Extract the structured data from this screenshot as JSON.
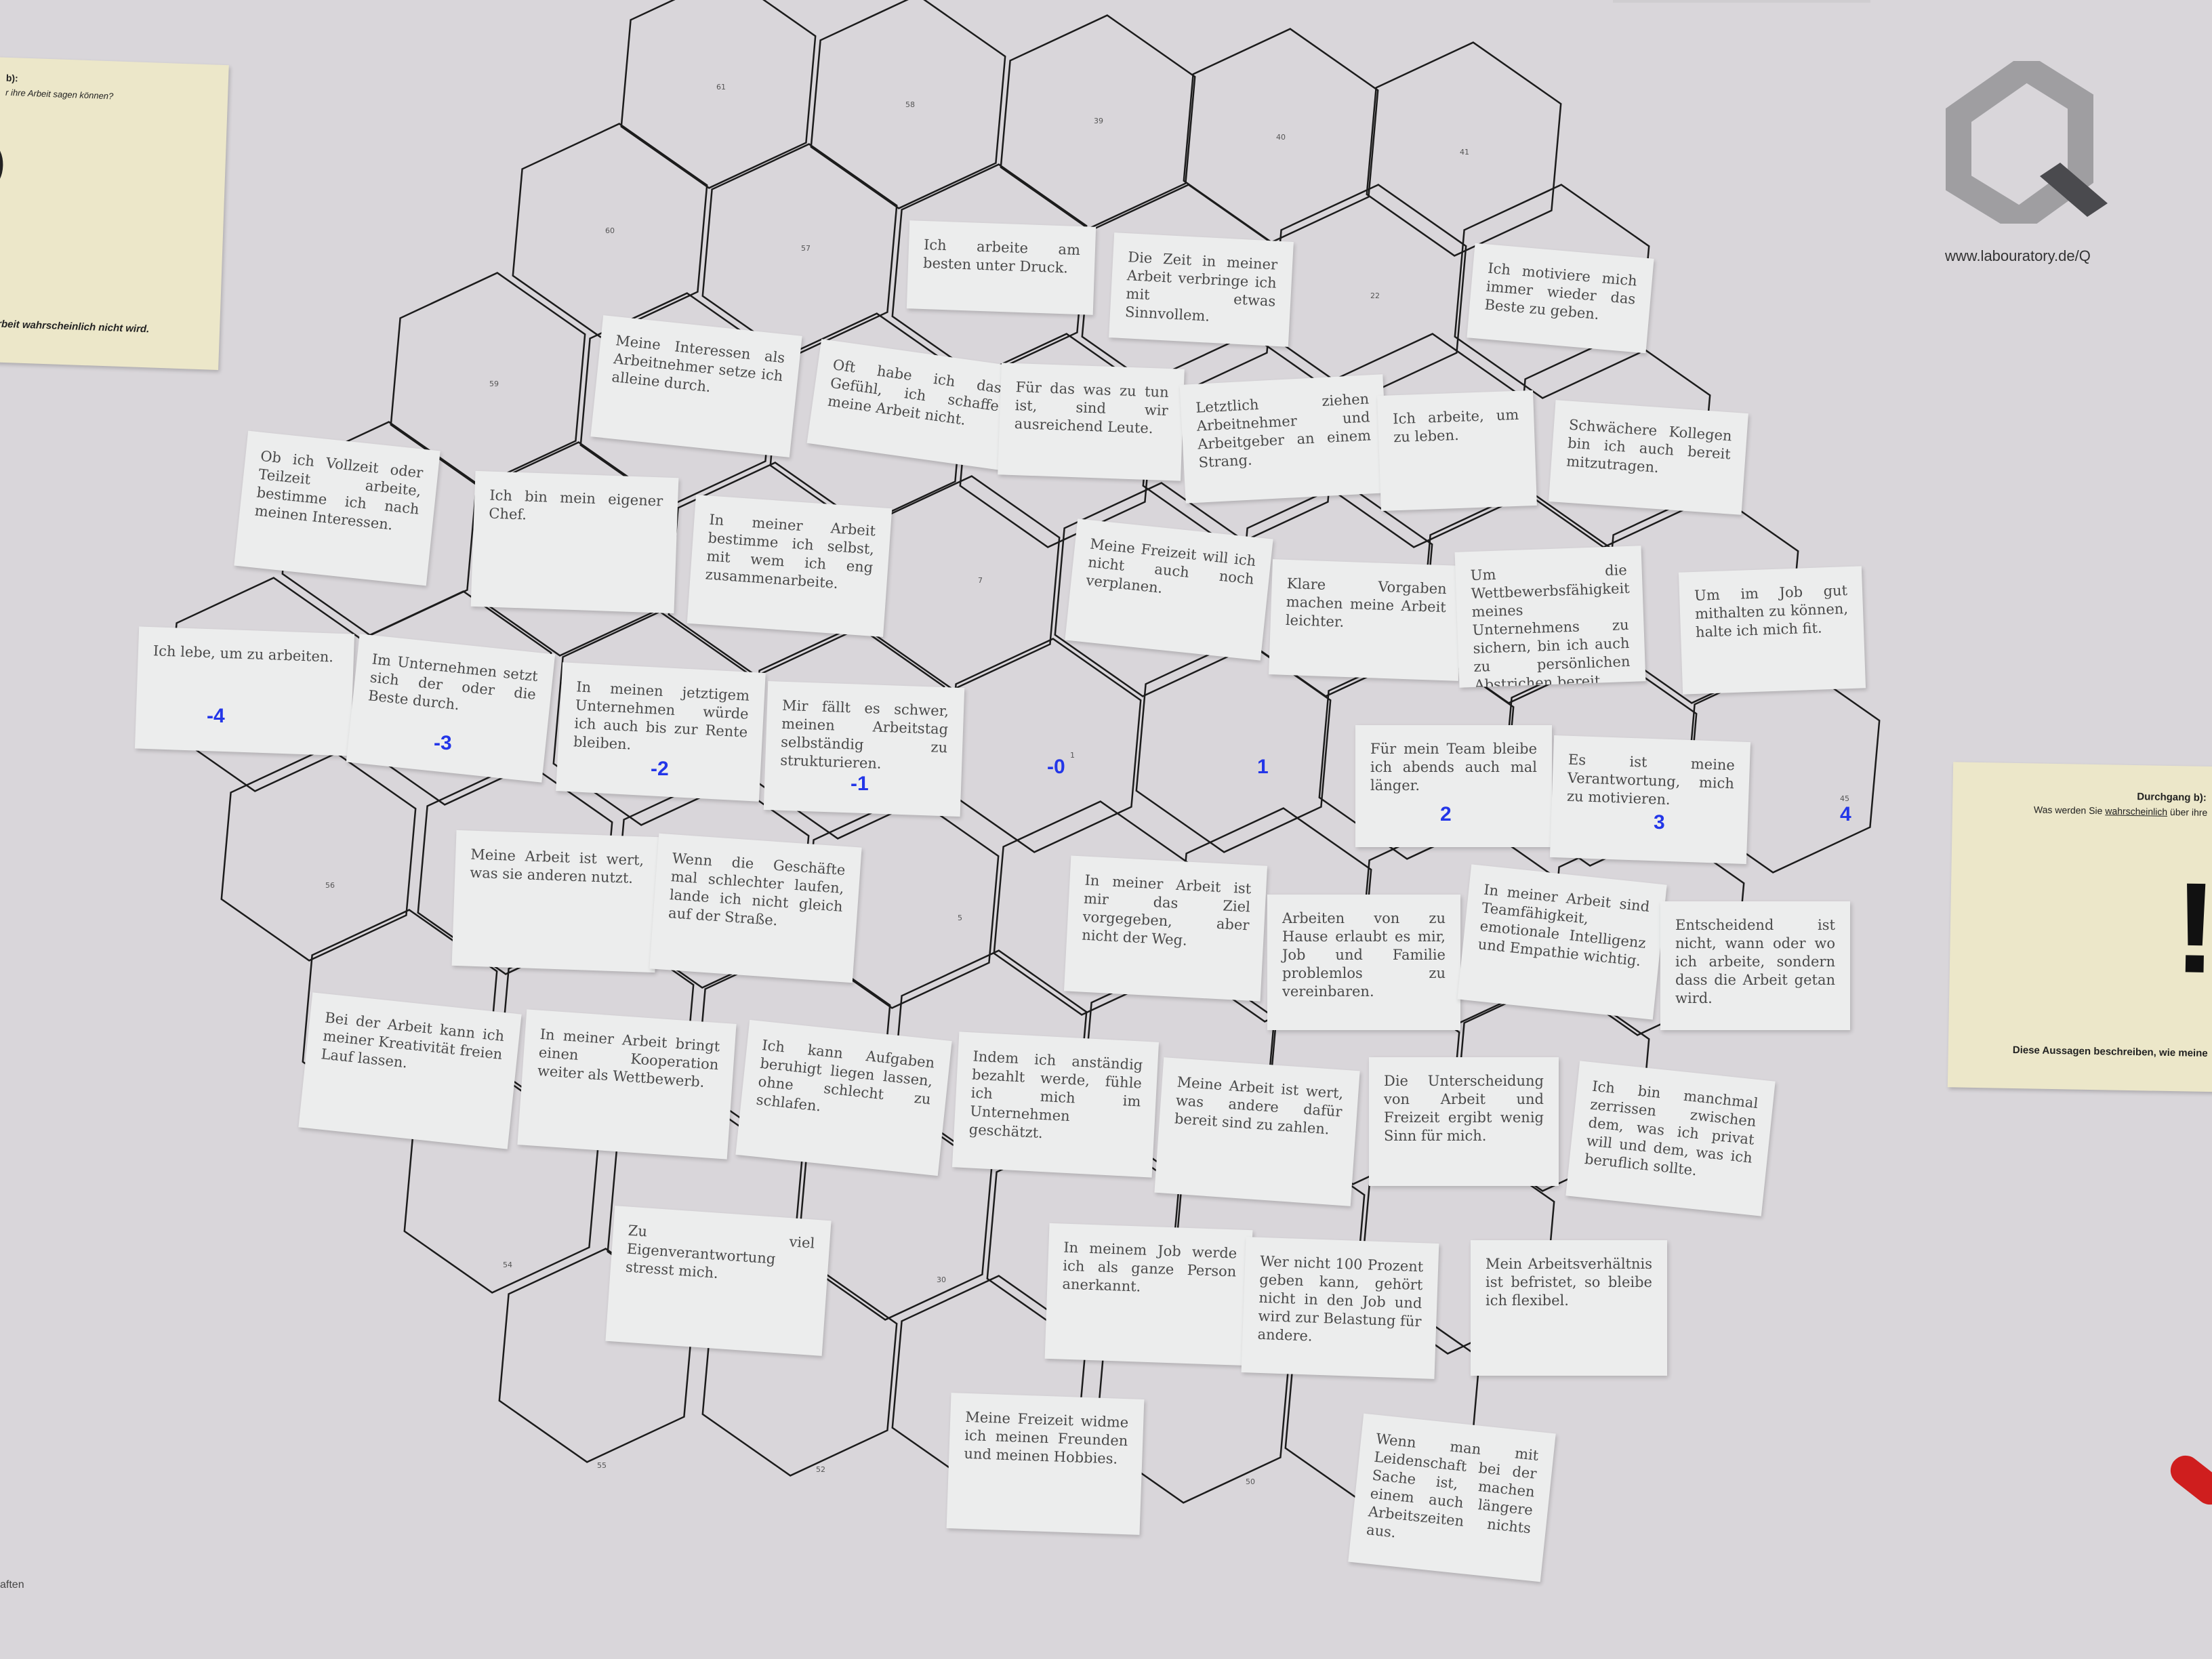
{
  "logo_url": "www.labouratory.de/Q",
  "left_sheet": {
    "heading": "b):",
    "question": "r ihre Arbeit sagen können?",
    "footer": "rbeit wahrscheinlich nicht wird.",
    "tiny": ""
  },
  "right_sheet": {
    "heading": "Durchgang b):",
    "question_prefix": "Was werden Sie ",
    "question_underlined": "wahrscheinlich",
    "question_suffix": " über ihre",
    "glyph": "!",
    "footer": "Diese Aussagen beschreiben, wie meine"
  },
  "bottom_left_fragment": "aften",
  "hex_numbers": [
    {
      "text": "61"
    },
    {
      "text": "58"
    },
    {
      "text": "39"
    },
    {
      "text": "40"
    },
    {
      "text": "41"
    },
    {
      "text": "60"
    },
    {
      "text": "57"
    },
    {
      "text": "22"
    },
    {
      "text": "59"
    },
    {
      "text": "7"
    },
    {
      "text": "56"
    },
    {
      "text": "5"
    },
    {
      "text": "45"
    },
    {
      "text": "54"
    },
    {
      "text": "30"
    },
    {
      "text": "55"
    },
    {
      "text": "52"
    },
    {
      "text": "50"
    },
    {
      "text": "1"
    }
  ],
  "scale_annotations": [
    "-4",
    "-3",
    "-2",
    "-1",
    "-0",
    "1",
    "2",
    "3",
    "4"
  ],
  "cards": [
    {
      "text": "Ich arbeite am besten unter Druck."
    },
    {
      "text": "Die Zeit in meiner Arbeit verbringe ich mit etwas Sinnvollem."
    },
    {
      "text": "Ich motiviere mich immer wieder das Beste zu geben."
    },
    {
      "text": "Meine Interessen als Arbeitnehmer setze ich alleine durch."
    },
    {
      "text": "Oft habe ich das Gefühl, ich schaffe meine Arbeit nicht."
    },
    {
      "text": "Für das was zu tun ist, sind wir ausreichend Leute."
    },
    {
      "text": "Letztlich ziehen Arbeitnehmer und Arbeitgeber an einem Strang."
    },
    {
      "text": "Ich arbeite, um zu leben."
    },
    {
      "text": "Schwächere Kollegen bin ich auch bereit mitzutragen."
    },
    {
      "text": "Ob ich Vollzeit oder Teilzeit arbeite, bestimme ich nach meinen Interessen."
    },
    {
      "text": "Ich bin mein eigener Chef."
    },
    {
      "text": "In meiner Arbeit bestimme ich selbst, mit wem ich eng zusammenarbeite."
    },
    {
      "text": "Meine Freizeit will ich nicht auch noch verplanen."
    },
    {
      "text": "Klare Vorgaben machen meine Arbeit leichter."
    },
    {
      "text": "Um die Wettbewerbsfähigkeit meines Unternehmens zu sichern, bin ich auch zu persönlichen Abstrichen bereit."
    },
    {
      "text": "Um im Job gut mithalten zu können, halte ich mich fit."
    },
    {
      "text": "Ich lebe, um zu arbeiten."
    },
    {
      "text": "Im Unternehmen setzt sich der oder die Beste durch."
    },
    {
      "text": "In meinen jetztigem Unternehmen würde ich auch bis zur Rente bleiben."
    },
    {
      "text": "Mir fällt es schwer, meinen Arbeitstag selbständig zu strukturieren."
    },
    {
      "text": "Für mein Team bleibe ich abends auch mal länger."
    },
    {
      "text": "Es ist meine Verantwortung, mich zu motivieren."
    },
    {
      "text": "Meine Arbeit ist wert, was sie anderen nutzt."
    },
    {
      "text": "Wenn die Geschäfte mal schlechter laufen, lande ich nicht gleich auf der Straße."
    },
    {
      "text": "In meiner Arbeit ist mir das Ziel vorgegeben, aber nicht der Weg."
    },
    {
      "text": "Arbeiten von zu Hause erlaubt es mir, Job und Familie problemlos zu vereinbaren."
    },
    {
      "text": "In meiner Arbeit sind Teamfähigkeit, emotionale Intelligenz und Empathie wichtig."
    },
    {
      "text": "Entscheidend ist nicht, wann oder wo ich arbeite, sondern dass die Arbeit getan wird."
    },
    {
      "text": "Bei der Arbeit kann ich meiner Kreativität freien Lauf lassen."
    },
    {
      "text": "In meiner Arbeit bringt einen Kooperation weiter als Wettbewerb."
    },
    {
      "text": "Ich kann Aufgaben beruhigt liegen lassen, ohne schlecht zu schlafen."
    },
    {
      "text": "Indem ich anständig bezahlt werde, fühle ich mich im Unternehmen geschätzt."
    },
    {
      "text": "Meine Arbeit ist wert, was andere dafür bereit sind zu zahlen."
    },
    {
      "text": "Die Unterscheidung von Arbeit und Freizeit ergibt wenig Sinn für mich."
    },
    {
      "text": "Ich bin manchmal zerrissen zwischen dem, was ich privat will und dem, was ich beruflich sollte."
    },
    {
      "text": "Zu viel Eigenverantwortung stresst mich."
    },
    {
      "text": "In meinem Job werde ich als ganze Person anerkannt."
    },
    {
      "text": "Wer nicht 100 Prozent geben kann, gehört nicht in den Job und wird zur Belastung für andere."
    },
    {
      "text": "Mein Arbeitsverhältnis ist befristet, so bleibe ich flexibel."
    },
    {
      "text": "Meine Freizeit widme ich meinen Freunden und meinen Hobbies."
    },
    {
      "text": "Wenn man mit Leidenschaft bei der Sache ist, machen einem auch längere Arbeitszeiten nichts aus."
    }
  ]
}
